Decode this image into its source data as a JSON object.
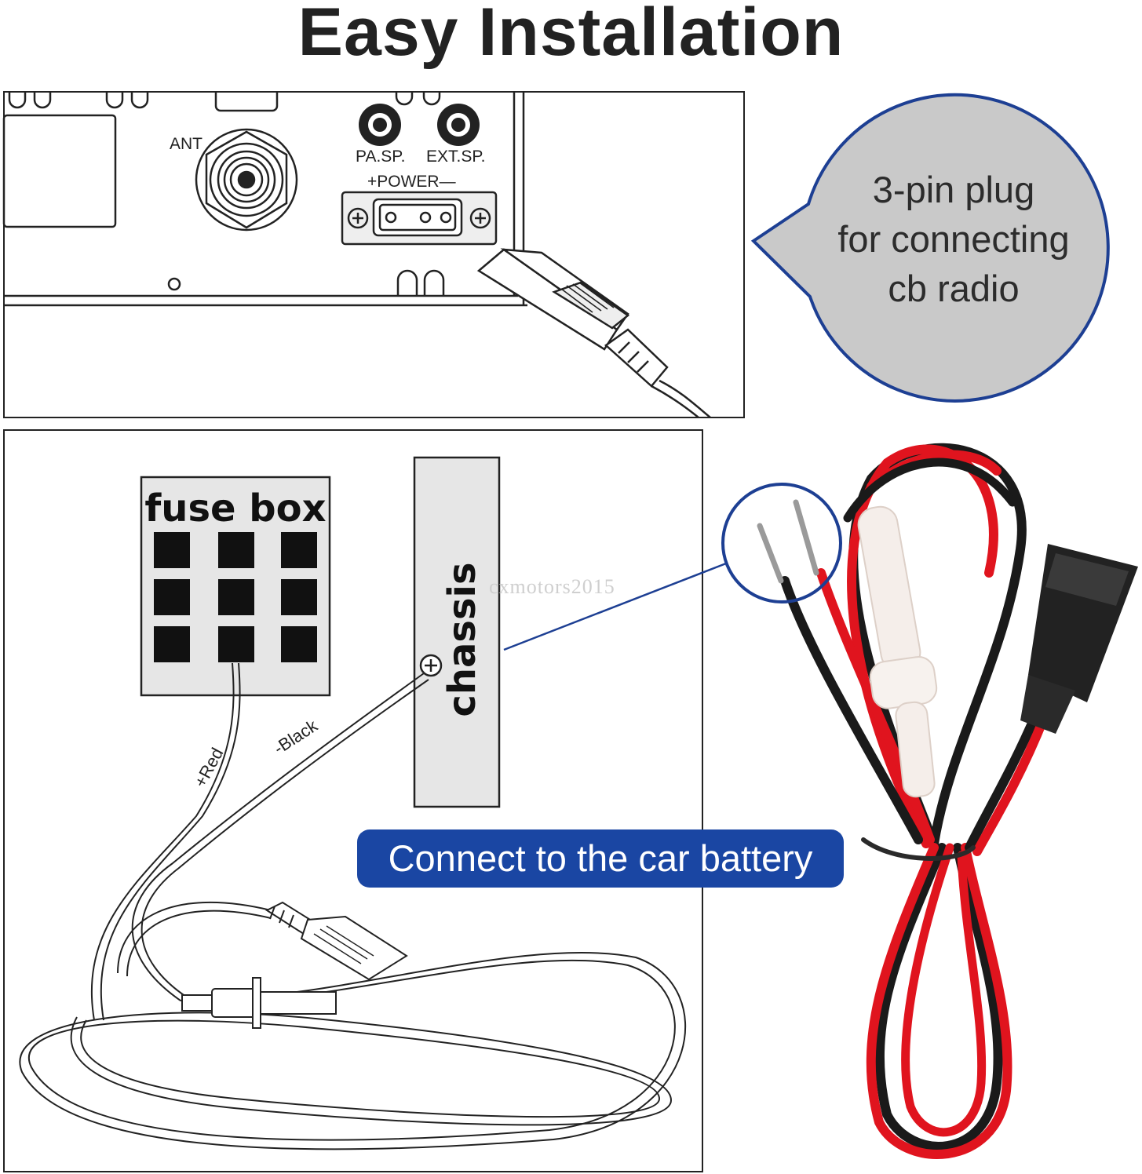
{
  "title": "Easy Installation",
  "radio_panel": {
    "ant_label": "ANT",
    "pa_sp_label": "PA.SP.",
    "ext_sp_label": "EXT.SP.",
    "power_label": "+POWER—"
  },
  "callout": {
    "line1": "3-pin plug",
    "line2": "for connecting",
    "line3": "cb radio"
  },
  "wiring": {
    "fuse_box_label": "fuse box",
    "chassis_label": "chassis",
    "red_wire_label": "+Red",
    "black_wire_label": "-Black"
  },
  "battery_label": "Connect to the car battery",
  "watermark": "cxmotors2015",
  "colors": {
    "callout_fill": "#c9c9c9",
    "callout_border": "#1d3f93",
    "label_blue": "#1a46a3",
    "wire_red": "#e0141e",
    "wire_black": "#1a1a1a"
  }
}
